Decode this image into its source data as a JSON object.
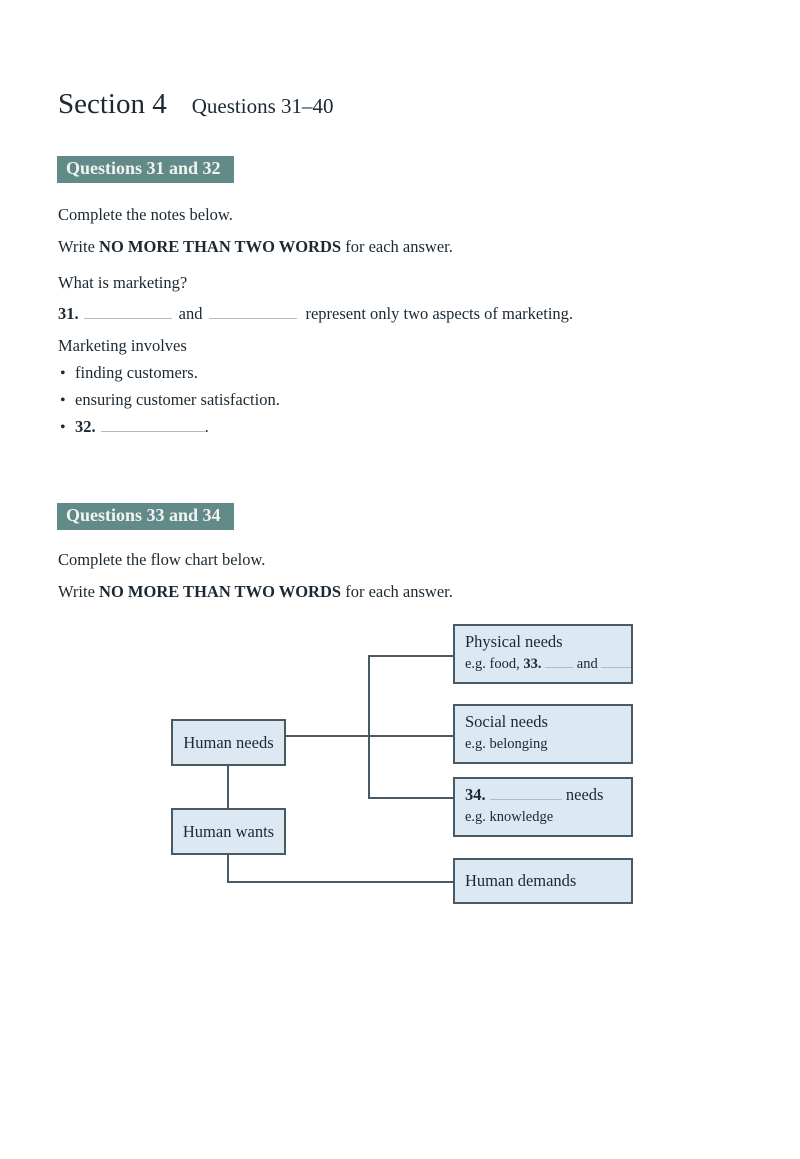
{
  "header": {
    "section_title": "Section 4",
    "question_range": "Questions 31–40"
  },
  "questions_31_32": {
    "banner": "Questions 31 and 32",
    "instruction_complete": "Complete the notes below.",
    "instruction_write_prefix": "Write ",
    "instruction_write_bold": "NO MORE THAN TWO WORDS",
    "instruction_write_suffix": " for each answer.",
    "topic_heading": "What is marketing?",
    "q31": {
      "number": "31.",
      "between_blanks": "and",
      "after_blanks": "represent only two aspects of marketing."
    },
    "notes_heading": "Marketing involves",
    "bullet_char": "•",
    "bullets": [
      "finding customers.",
      "ensuring customer satisfaction."
    ],
    "q32": {
      "number": "32.",
      "after_blank": "."
    }
  },
  "questions_33_34": {
    "banner": "Questions 33 and 34",
    "instruction_complete": "Complete the flow chart below.",
    "instruction_write_prefix": "Write ",
    "instruction_write_bold": "NO MORE THAN TWO WORDS",
    "instruction_write_suffix": " for each answer.",
    "flowchart": {
      "human_needs": {
        "label": "Human needs"
      },
      "human_wants": {
        "label": "Human wants"
      },
      "physical_needs": {
        "title": "Physical needs",
        "example_prefix": "e.g. food, ",
        "q_number": "33.",
        "between_blanks": "and"
      },
      "social_needs": {
        "title": "Social needs",
        "example": "e.g. belonging"
      },
      "q34_needs": {
        "q_number": "34.",
        "title_suffix": "needs",
        "example": "e.g. knowledge"
      },
      "human_demands": {
        "label": "Human demands"
      }
    }
  },
  "colors": {
    "banner_bg": "#618a89",
    "banner_text": "#f1f4ef",
    "box_fill": "#dce9f2",
    "box_border": "#4a5a64",
    "line_color": "#4a5a64",
    "text_color": "#1c2933",
    "blank_line": "#aebdc9"
  }
}
